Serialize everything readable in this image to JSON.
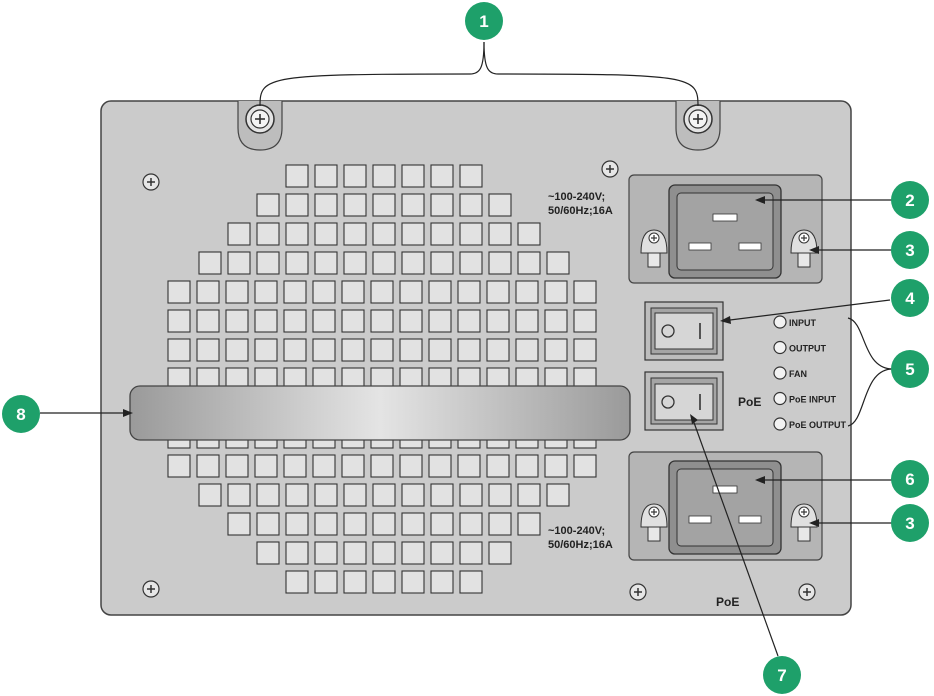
{
  "colors": {
    "panel_fill": "#cbcbcb",
    "panel_stroke": "#444444",
    "grille_fill": "#e2e2e2",
    "callout_green": "#1ea06a",
    "handle_light": "#d7d7d7",
    "handle_dark": "#8c8c8c"
  },
  "callouts": [
    {
      "id": "1",
      "label": "1"
    },
    {
      "id": "2",
      "label": "2"
    },
    {
      "id": "3a",
      "label": "3"
    },
    {
      "id": "4",
      "label": "4"
    },
    {
      "id": "5",
      "label": "5"
    },
    {
      "id": "6",
      "label": "6"
    },
    {
      "id": "3b",
      "label": "3"
    },
    {
      "id": "7",
      "label": "7"
    },
    {
      "id": "8",
      "label": "8"
    }
  ],
  "ratings": {
    "top_line1": "~100-240V;",
    "top_line2": "50/60Hz;16A",
    "bottom_line1": "~100-240V;",
    "bottom_line2": "50/60Hz;16A"
  },
  "leds": [
    "INPUT",
    "OUTPUT",
    "FAN",
    "PoE INPUT",
    "PoE OUTPUT"
  ],
  "poe_switch_label": "PoE",
  "poe_bottom_label": "PoE",
  "icons": {
    "screw": "screw-icon",
    "thumbscrew": "thumbscrew-icon"
  }
}
